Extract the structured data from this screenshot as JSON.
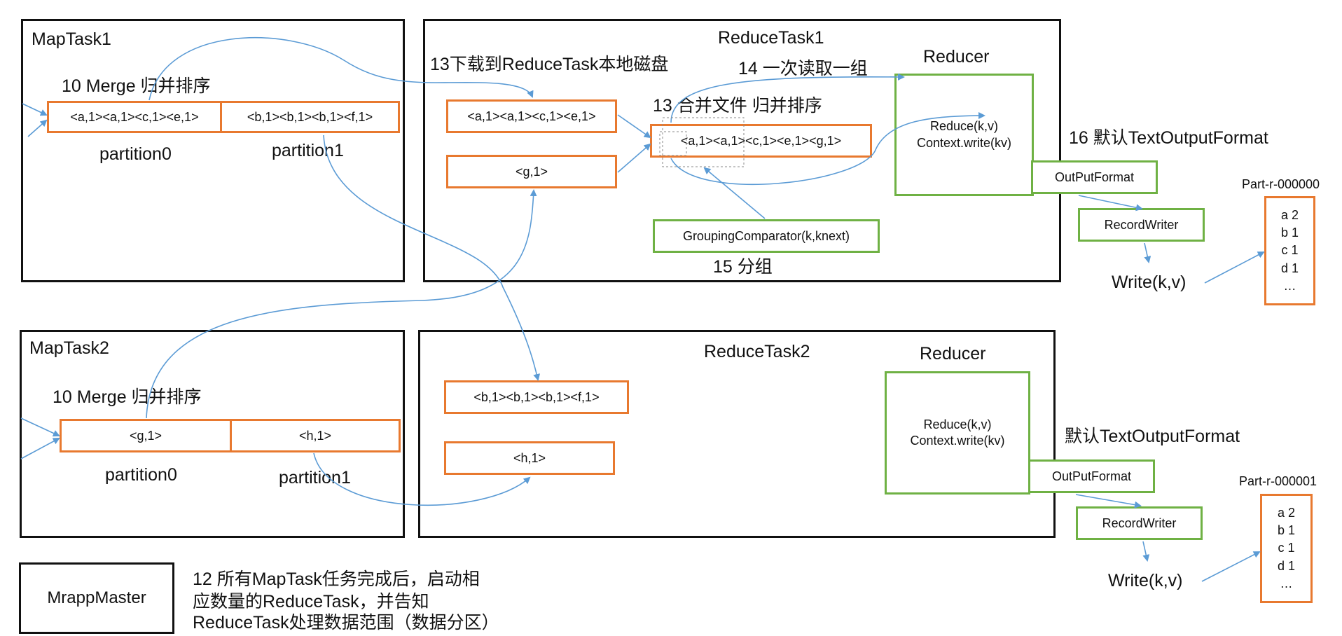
{
  "map_task_1": {
    "title": "MapTask1",
    "merge_label": "10 Merge 归并排序",
    "partition0_data": "<a,1><a,1><c,1><e,1>",
    "partition1_data": "<b,1><b,1><b,1><f,1>",
    "partition0_label": "partition0",
    "partition1_label": "partition1"
  },
  "map_task_2": {
    "title": "MapTask2",
    "merge_label": "10 Merge 归并排序",
    "partition0_data": "<g,1>",
    "partition1_data": "<h,1>",
    "partition0_label": "partition0",
    "partition1_label": "partition1"
  },
  "reduce_task_1": {
    "title": "ReduceTask1",
    "download_label": "13下载到ReduceTask本地磁盘",
    "read_label": "14 一次读取一组",
    "merge_label": "13 合并文件 归并排序",
    "fetched_1": "<a,1><a,1><c,1><e,1>",
    "fetched_2": "<g,1>",
    "merged": "<a,1><a,1><c,1><e,1><g,1>",
    "grouping": "GroupingComparator(k,knext)",
    "group_label": "15 分组",
    "reducer_title": "Reducer",
    "reducer_line1": "Reduce(k,v)",
    "reducer_line2": "Context.write(kv)"
  },
  "reduce_task_2": {
    "title": "ReduceTask2",
    "fetched_1": "<b,1><b,1><b,1><f,1>",
    "fetched_2": "<h,1>",
    "reducer_title": "Reducer",
    "reducer_line1": "Reduce(k,v)",
    "reducer_line2": "Context.write(kv)"
  },
  "output_1": {
    "format_label": "16 默认TextOutputFormat",
    "output_format": "OutPutFormat",
    "record_writer": "RecordWriter",
    "write": "Write(k,v)",
    "file_name": "Part-r-000000",
    "rows": [
      "a 2",
      "b 1",
      "c 1",
      "d 1",
      "…"
    ]
  },
  "output_2": {
    "format_label": "默认TextOutputFormat",
    "output_format": "OutPutFormat",
    "record_writer": "RecordWriter",
    "write": "Write(k,v)",
    "file_name": "Part-r-000001",
    "rows": [
      "a 2",
      "b 1",
      "c 1",
      "d 1",
      "…"
    ]
  },
  "master": {
    "label": "MrappMaster",
    "note_line1": "12 所有MapTask任务完成后，启动相",
    "note_line2": "应数量的ReduceTask，并告知",
    "note_line3": "ReduceTask处理数据范围（数据分区）"
  },
  "colors": {
    "frame": "#111111",
    "data_box": "#e8792f",
    "logic_box": "#6fb144",
    "connector": "#5b9bd5"
  }
}
